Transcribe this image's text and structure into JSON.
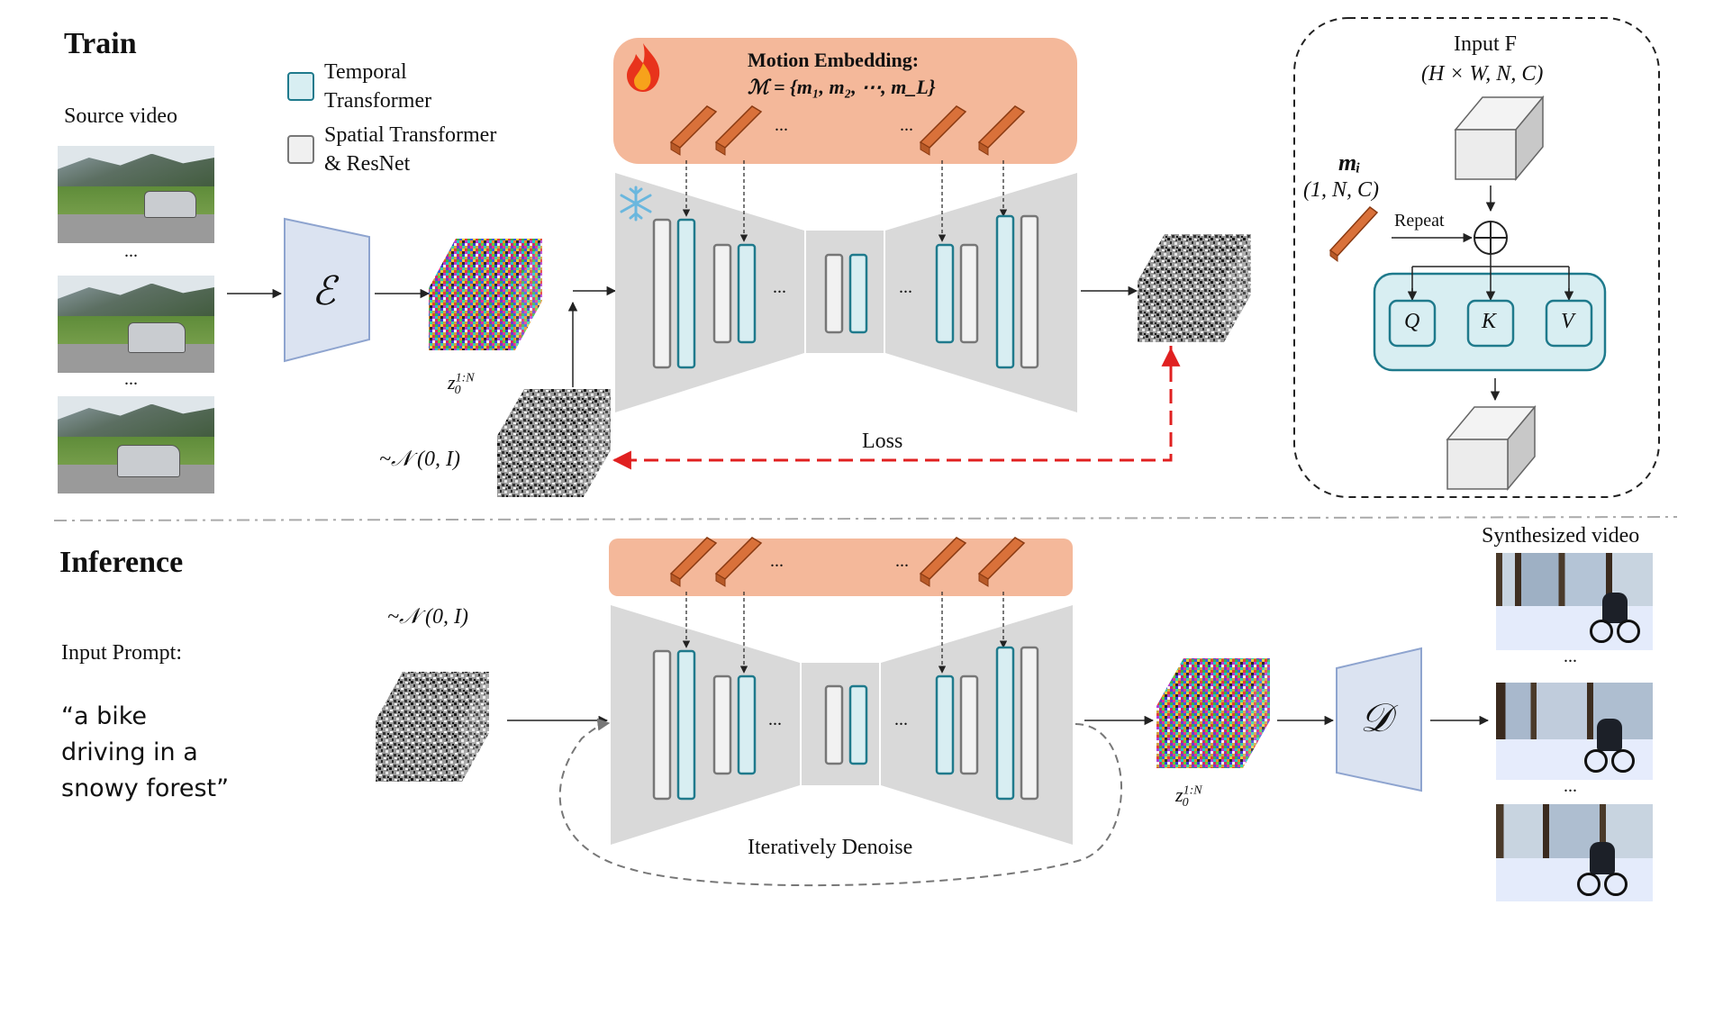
{
  "train": {
    "title": "Train",
    "source_label": "Source video",
    "thumbs_ellipsis_1": "...",
    "thumbs_ellipsis_2": "...",
    "legend_temporal_1": "Temporal",
    "legend_temporal_2": "Transformer",
    "legend_spatial_1": "Spatial Transformer",
    "legend_spatial_2": "& ResNet",
    "encoder_symbol": "ℰ",
    "latent_label": "z",
    "latent_sup": "1:N",
    "latent_sub": "0",
    "noise_label": "~𝒩 (0, I)",
    "motion_title": "Motion Embedding:",
    "motion_formula": "ℳ = {m₁, m₂, ⋯, m_L}",
    "token_ellipsis_1": "...",
    "token_ellipsis_2": "...",
    "unet_ellipsis_1": "...",
    "unet_ellipsis_2": "...",
    "loss_label": "Loss"
  },
  "detail": {
    "input_label": "Input F",
    "input_shape": "(H × W, N, C)",
    "mi_label": "mᵢ",
    "mi_shape": "(1, N, C)",
    "repeat_label": "Repeat",
    "q_label": "Q",
    "k_label": "K",
    "v_label": "V"
  },
  "inference": {
    "title": "Inference",
    "prompt_label": "Input Prompt:",
    "prompt_line1": "“a bike",
    "prompt_line2": "driving in a",
    "prompt_line3": "snowy forest”",
    "noise_label": "~𝒩 (0, I)",
    "token_ellipsis_1": "...",
    "token_ellipsis_2": "...",
    "unet_ellipsis_1": "...",
    "unet_ellipsis_2": "...",
    "denoise_label": "Iteratively Denoise",
    "latent_label": "z",
    "latent_sup": "1:N",
    "latent_sub": "0",
    "decoder_symbol": "𝒟",
    "synth_label": "Synthesized video",
    "thumbs_ellipsis_1": "...",
    "thumbs_ellipsis_2": "..."
  },
  "colors": {
    "motion_bg": "#f4b89a",
    "token": "#d9713a",
    "temporal_fill": "#d8eef2",
    "temporal_stroke": "#1f7a8c",
    "unet": "#d9d9d9",
    "encoder": "#dbe3f1",
    "loss": "#e02020"
  }
}
